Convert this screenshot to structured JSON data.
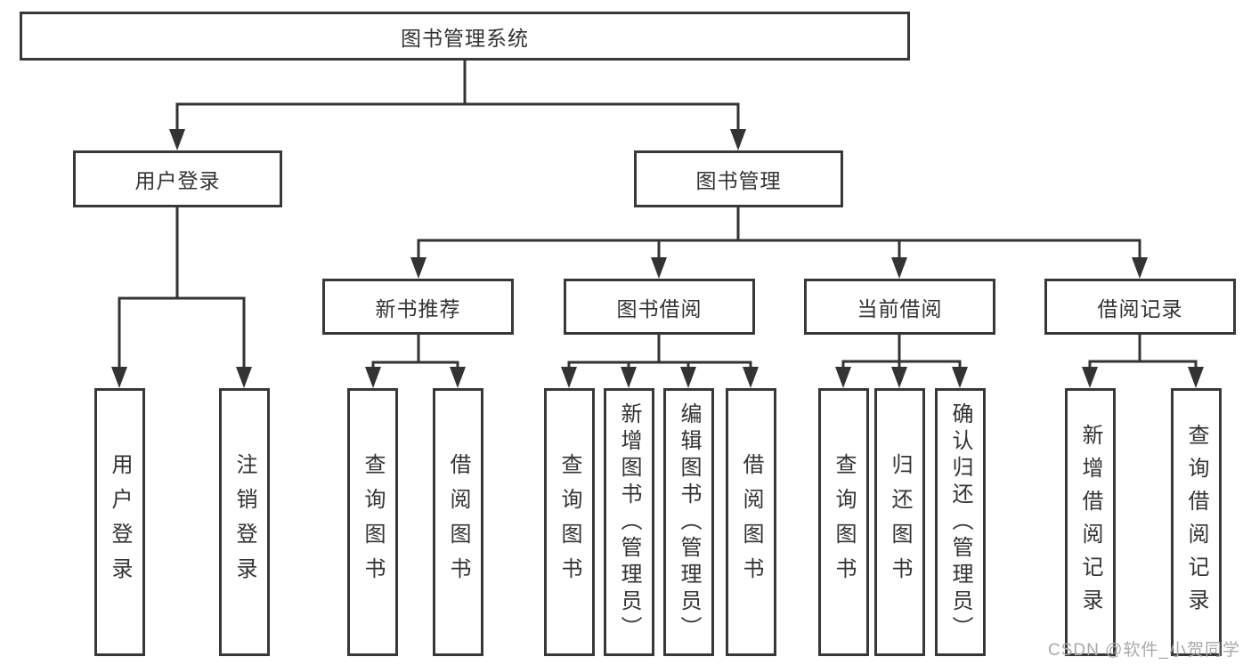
{
  "tree": {
    "root": {
      "label": "图书管理系统"
    },
    "user_login": {
      "label": "用户登录",
      "children": [
        {
          "label": "用户登录"
        },
        {
          "label": "注销登录"
        }
      ]
    },
    "book_mgmt": {
      "label": "图书管理",
      "sections": [
        {
          "label": "新书推荐",
          "children": [
            {
              "label": "查询图书"
            },
            {
              "label": "借阅图书"
            }
          ]
        },
        {
          "label": "图书借阅",
          "children": [
            {
              "label": "查询图书"
            },
            {
              "label": "新增图书（管理员）"
            },
            {
              "label": "编辑图书（管理员）"
            },
            {
              "label": "借阅图书"
            }
          ]
        },
        {
          "label": "当前借阅",
          "children": [
            {
              "label": "查询图书"
            },
            {
              "label": "归还图书"
            },
            {
              "label": "确认归还（管理员）"
            }
          ]
        },
        {
          "label": "借阅记录",
          "children": [
            {
              "label": "新增借阅记录"
            },
            {
              "label": "查询借阅记录"
            }
          ]
        }
      ]
    }
  },
  "watermark": "CSDN @软件_小贺同学",
  "colors": {
    "line": "#333333",
    "box_border": "#383838",
    "box_background": "#ffffff",
    "text": "#333333",
    "watermark": "#a9a9a9",
    "background": "#ffffff"
  }
}
